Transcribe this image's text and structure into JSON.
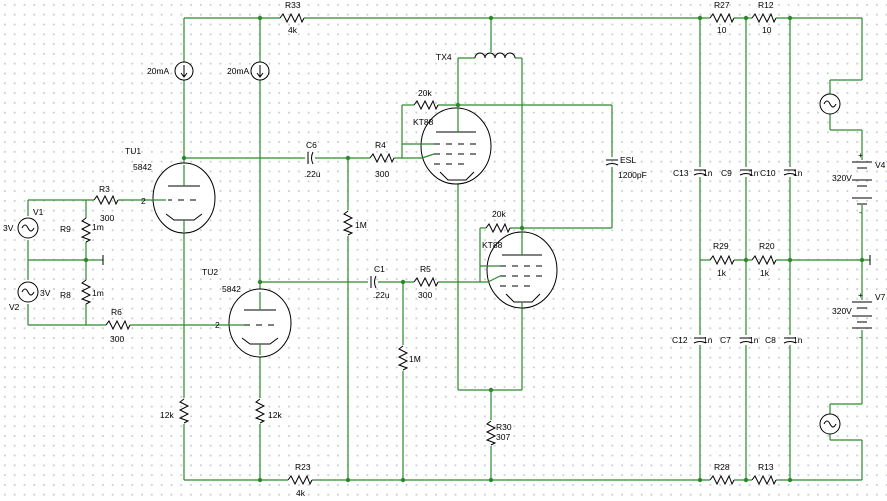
{
  "labels": {
    "R33": "R33",
    "R33_val": "4k",
    "R27": "R27",
    "R27_val": "10",
    "R12": "R12",
    "R12_val": "10",
    "I1": "20mA",
    "I2": "20mA",
    "TX4": "TX4",
    "R20k_a": "20k",
    "KT88_a": "KT88",
    "TU1": "TU1",
    "TU1_type": "5842",
    "C6": "C6",
    "C6_val": ".22u",
    "R4": "R4",
    "R4_val": "300",
    "ESL": "ESL",
    "ESL_val": "1200pF",
    "C13": "C13",
    "C13_val": "1n",
    "C9": "C9",
    "C9_val": "1n",
    "C10": "C10",
    "C10_val": "1n",
    "V4": "V4",
    "V4_val": "320V",
    "R3": "R3",
    "R3_val": "300",
    "V1": "V1",
    "V1_val": "3V",
    "R9": "R9",
    "R9_val": "1m",
    "pin2_a": "2",
    "pin2_b": "2",
    "R1M_a": "1M",
    "R1M_b": "1M",
    "R20k_b": "20k",
    "KT88_b": "KT88",
    "R29": "R29",
    "R29_val": "1k",
    "R20": "R20",
    "R20_val": "1k",
    "TU2": "TU2",
    "TU2_type": "5842",
    "C1": "C1",
    "C1_val": ".22u",
    "R5": "R5",
    "R5_val": "300",
    "V2": "V2",
    "V2_val": "3V",
    "R8": "R8",
    "R8_val": "1m",
    "R6": "R6",
    "R6_val": "300",
    "C12": "C12",
    "C12_val": "1n",
    "C7": "C7",
    "C7_val": "1n",
    "C8": "C8",
    "C8_val": "1n",
    "V7": "V7",
    "V7_val": "320V",
    "R12k_a": "12k",
    "R12k_b": "12k",
    "R30": "R30",
    "R30_val": "307",
    "R23": "R23",
    "R23_val": "4k",
    "R28": "R28",
    "R13": "R13",
    "plus_a": "+",
    "minus_a": "-",
    "plus_b": "+",
    "minus_b": "-"
  }
}
